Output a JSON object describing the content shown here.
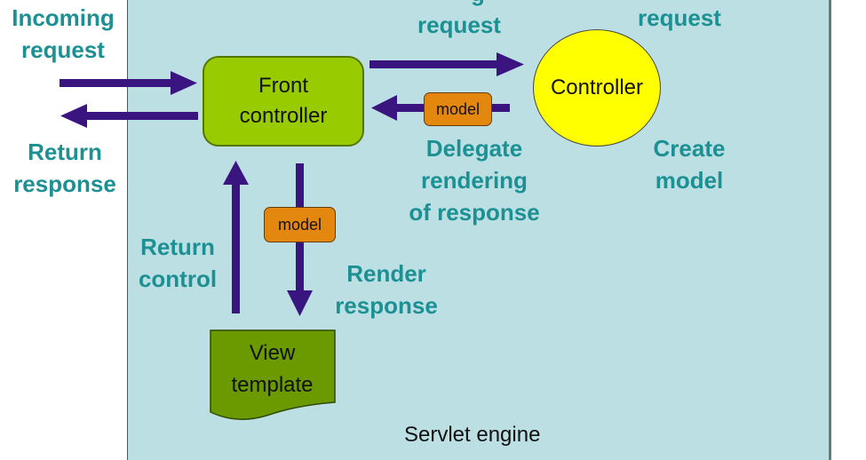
{
  "diagram": {
    "container_label": "Servlet engine",
    "nodes": {
      "front_controller": "Front\ncontroller",
      "controller": "Controller",
      "view_template": "View\ntemplate",
      "model_token_1": "model",
      "model_token_2": "model"
    },
    "edge_labels": {
      "incoming_request": [
        "Incoming",
        "request"
      ],
      "return_response": [
        "Return",
        "response"
      ],
      "top_left_partial": [
        "g",
        "request"
      ],
      "top_right_partial": "request",
      "delegate_rendering": [
        "Delegate",
        "rendering",
        "of response"
      ],
      "create_model": [
        "Create",
        "model"
      ],
      "return_control": [
        "Return",
        "control"
      ],
      "render_response": [
        "Render",
        "response"
      ]
    },
    "colors": {
      "background_engine": "#bcdfe4",
      "arrow": "#3a1580",
      "label_teal": "#1c9092",
      "front_controller": "#99cc00",
      "controller": "#ffff00",
      "model": "#e3870f",
      "view_template": "#6b9a00"
    }
  }
}
